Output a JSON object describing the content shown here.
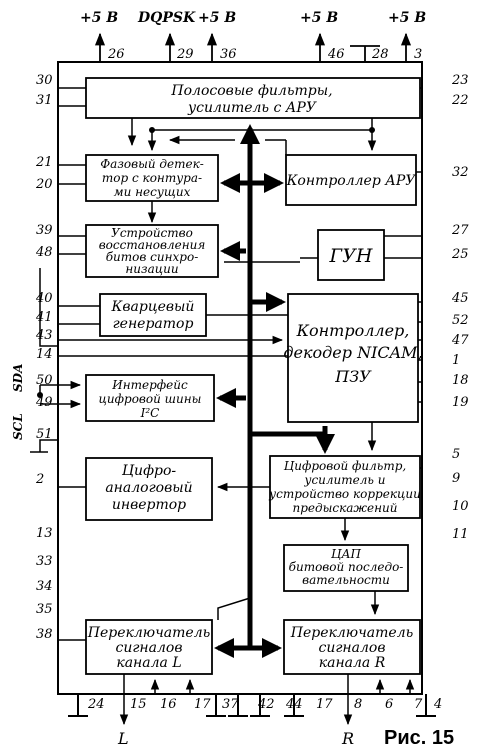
{
  "top_labels": {
    "p5v_1": "+5 В",
    "dqpsk": "DQPSK",
    "p5v_2": "+5 В",
    "p5v_3": "+5 В",
    "p5v_4": "+5 В"
  },
  "blocks": {
    "bandpass": [
      "Полосовые  фильтры,",
      "усилитель  с  АРУ"
    ],
    "phase_detector": [
      "Фазовый  детек-",
      "тор  с  контура-",
      "ми  несущих"
    ],
    "agc_controller": [
      "Контроллер  АРУ"
    ],
    "bit_sync": [
      "Устройство",
      "восстановления",
      "битов  синхро-",
      "низации"
    ],
    "vco": [
      "ГУН"
    ],
    "crystal": [
      "Кварцевый",
      "генератор"
    ],
    "nicam": [
      "Контроллер,",
      "декодер  NICAM,",
      "ПЗУ"
    ],
    "i2c": [
      "Интерфейс",
      "цифровой  шины",
      "I²C"
    ],
    "dac_inverter": [
      "Цифро-",
      "аналоговый",
      "инвертор"
    ],
    "digital_filter": [
      "Цифровой  фильтр,",
      "усилитель  и",
      "устройство  коррекции",
      "предыскажений"
    ],
    "bitstream_dac": [
      "ЦАП",
      "битовой  последо-",
      "вательности"
    ],
    "switch_l": [
      "Переключатель",
      "сигналов",
      "канала  L"
    ],
    "switch_r": [
      "Переключатель",
      "сигналов",
      "канала  R"
    ]
  },
  "pins": {
    "top": [
      "26",
      "29",
      "36",
      "46",
      "28",
      "3"
    ],
    "left": [
      "30",
      "31",
      "21",
      "20",
      "39",
      "48",
      "40",
      "41",
      "43",
      "14",
      "50",
      "49",
      "51",
      "2",
      "13",
      "33",
      "34",
      "35",
      "38"
    ],
    "right": [
      "23",
      "22",
      "32",
      "27",
      "25",
      "45",
      "52",
      "47",
      "1",
      "18",
      "19",
      "5",
      "9",
      "10",
      "11"
    ],
    "bottom": [
      "24",
      "15",
      "16",
      "17",
      "37",
      "42",
      "44",
      "17",
      "8",
      "6",
      "7",
      "4"
    ]
  },
  "signals": {
    "sda": "SDA",
    "scl": "SCL",
    "out_l": "L",
    "out_r": "R"
  },
  "caption": "Рис. 15"
}
